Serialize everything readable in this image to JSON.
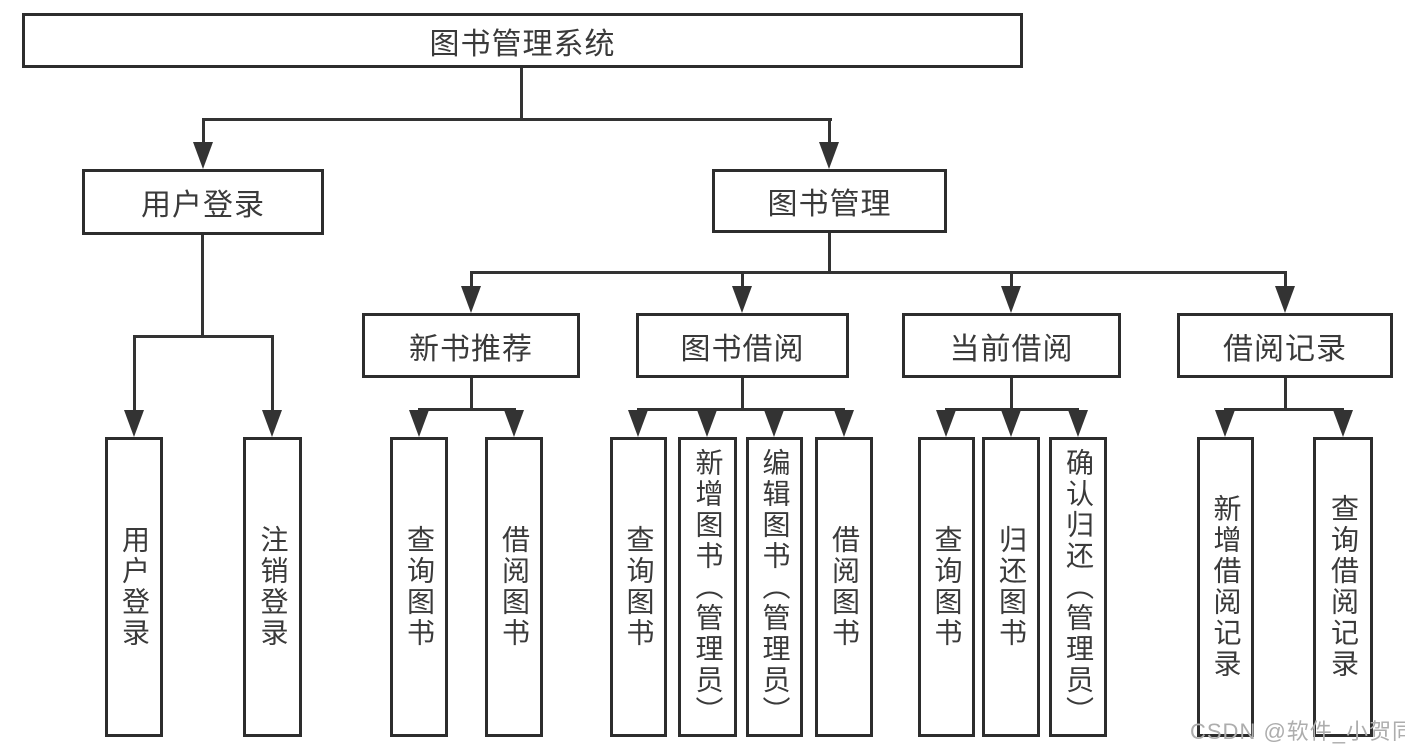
{
  "colors": {
    "line": "#333333",
    "box_border": "#2d2d2d",
    "text": "#3a3a3a",
    "watermark": "#adadad",
    "background": "#ffffff"
  },
  "nodes": {
    "root": "图书管理系统",
    "user_login": "用户登录",
    "book_management": "图书管理",
    "new_book_recommend": "新书推荐",
    "book_borrowing": "图书借阅",
    "current_borrowing": "当前借阅",
    "borrowing_records": "借阅记录",
    "leaf_user_login": "用户登录",
    "leaf_logout": "注销登录",
    "leaf_rec_query_books": "查询图书",
    "leaf_rec_borrow_books": "借阅图书",
    "leaf_bor_query_books": "查询图书",
    "leaf_bor_add_books": "新增图书（管理员）",
    "leaf_bor_edit_books": "编辑图书（管理员）",
    "leaf_bor_borrow_books": "借阅图书",
    "leaf_cur_query_books": "查询图书",
    "leaf_cur_return_books": "归还图书",
    "leaf_cur_confirm_return": "确认归还（管理员）",
    "leaf_log_add_record": "新增借阅记录",
    "leaf_log_query_record": "查询借阅记录"
  },
  "hierarchy": {
    "图书管理系统": {
      "用户登录": [
        "用户登录",
        "注销登录"
      ],
      "图书管理": {
        "新书推荐": [
          "查询图书",
          "借阅图书"
        ],
        "图书借阅": [
          "查询图书",
          "新增图书（管理员）",
          "编辑图书（管理员）",
          "借阅图书"
        ],
        "当前借阅": [
          "查询图书",
          "归还图书",
          "确认归还（管理员）"
        ],
        "借阅记录": [
          "新增借阅记录",
          "查询借阅记录"
        ]
      }
    }
  },
  "watermark": "CSDN @软件_小贺同学"
}
